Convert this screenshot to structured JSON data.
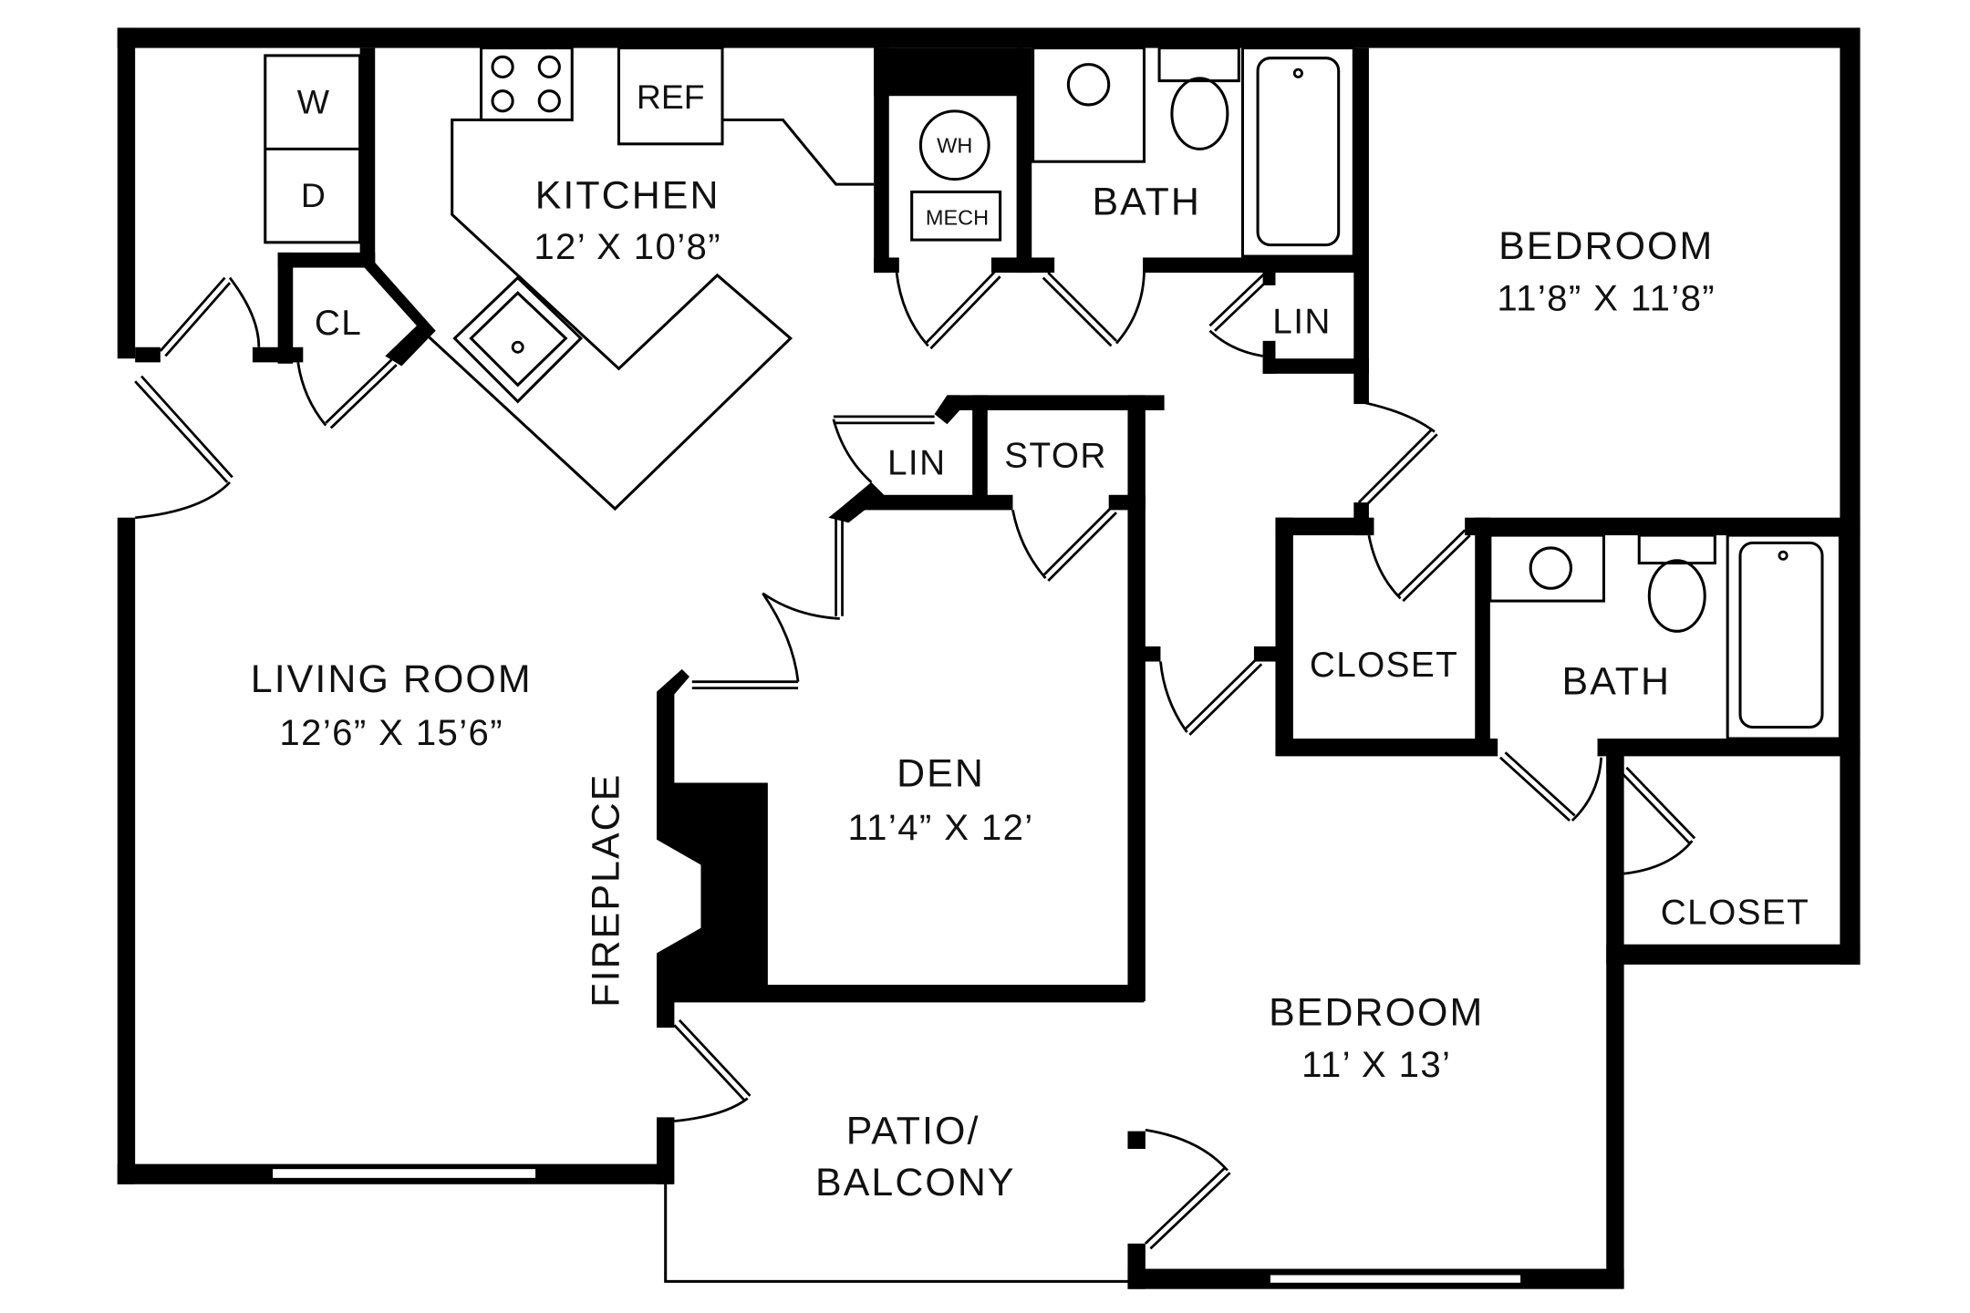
{
  "plan": {
    "rooms": [
      {
        "id": "living-room",
        "name": "LIVING ROOM",
        "dims": "12’6” X 15’6”"
      },
      {
        "id": "kitchen",
        "name": "KITCHEN",
        "dims": "12’ X 10’8”"
      },
      {
        "id": "den",
        "name": "DEN",
        "dims": "11’4” X 12’"
      },
      {
        "id": "bedroom-1",
        "name": "BEDROOM",
        "dims": "11’8” X 11’8”"
      },
      {
        "id": "bedroom-2",
        "name": "BEDROOM",
        "dims": "11’ X 13’"
      },
      {
        "id": "bath-1",
        "name": "BATH"
      },
      {
        "id": "bath-2",
        "name": "BATH"
      },
      {
        "id": "patio",
        "name": "PATIO/",
        "name2": "BALCONY"
      }
    ],
    "closets": {
      "cl": "CL",
      "lin_1": "LIN",
      "lin_2": "LIN",
      "stor": "STOR",
      "closet_1": "CLOSET",
      "closet_2": "CLOSET"
    },
    "fixtures": {
      "washer": "W",
      "dryer": "D",
      "refrigerator": "REF",
      "water_heater": "WH",
      "mechanical": "MECH",
      "fireplace": "FIREPLACE"
    }
  }
}
